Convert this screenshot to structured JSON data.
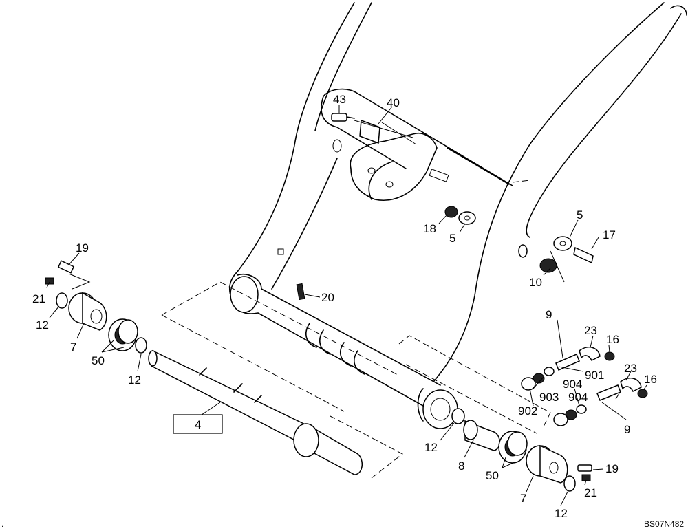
{
  "diagram": {
    "callouts": {
      "c43": "43",
      "c40": "40",
      "c18": "18",
      "c5a": "5",
      "c5b": "5",
      "c17": "17",
      "c10": "10",
      "c19a": "19",
      "c21a": "21",
      "c12a": "12",
      "c7a": "7",
      "c50a": "50",
      "c12b": "12",
      "c20": "20",
      "c4": "4",
      "c9a": "9",
      "c23a": "23",
      "c16a": "16",
      "c904a": "904",
      "c901": "901",
      "c23b": "23",
      "c16b": "16",
      "c903": "903",
      "c904b": "904",
      "c902": "902",
      "c9b": "9",
      "c12c": "12",
      "c8": "8",
      "c50b": "50",
      "c19b": "19",
      "c21b": "21",
      "c7b": "7",
      "c12d": "12"
    },
    "drawing_code": "BS07N482",
    "corner_mark": "."
  }
}
